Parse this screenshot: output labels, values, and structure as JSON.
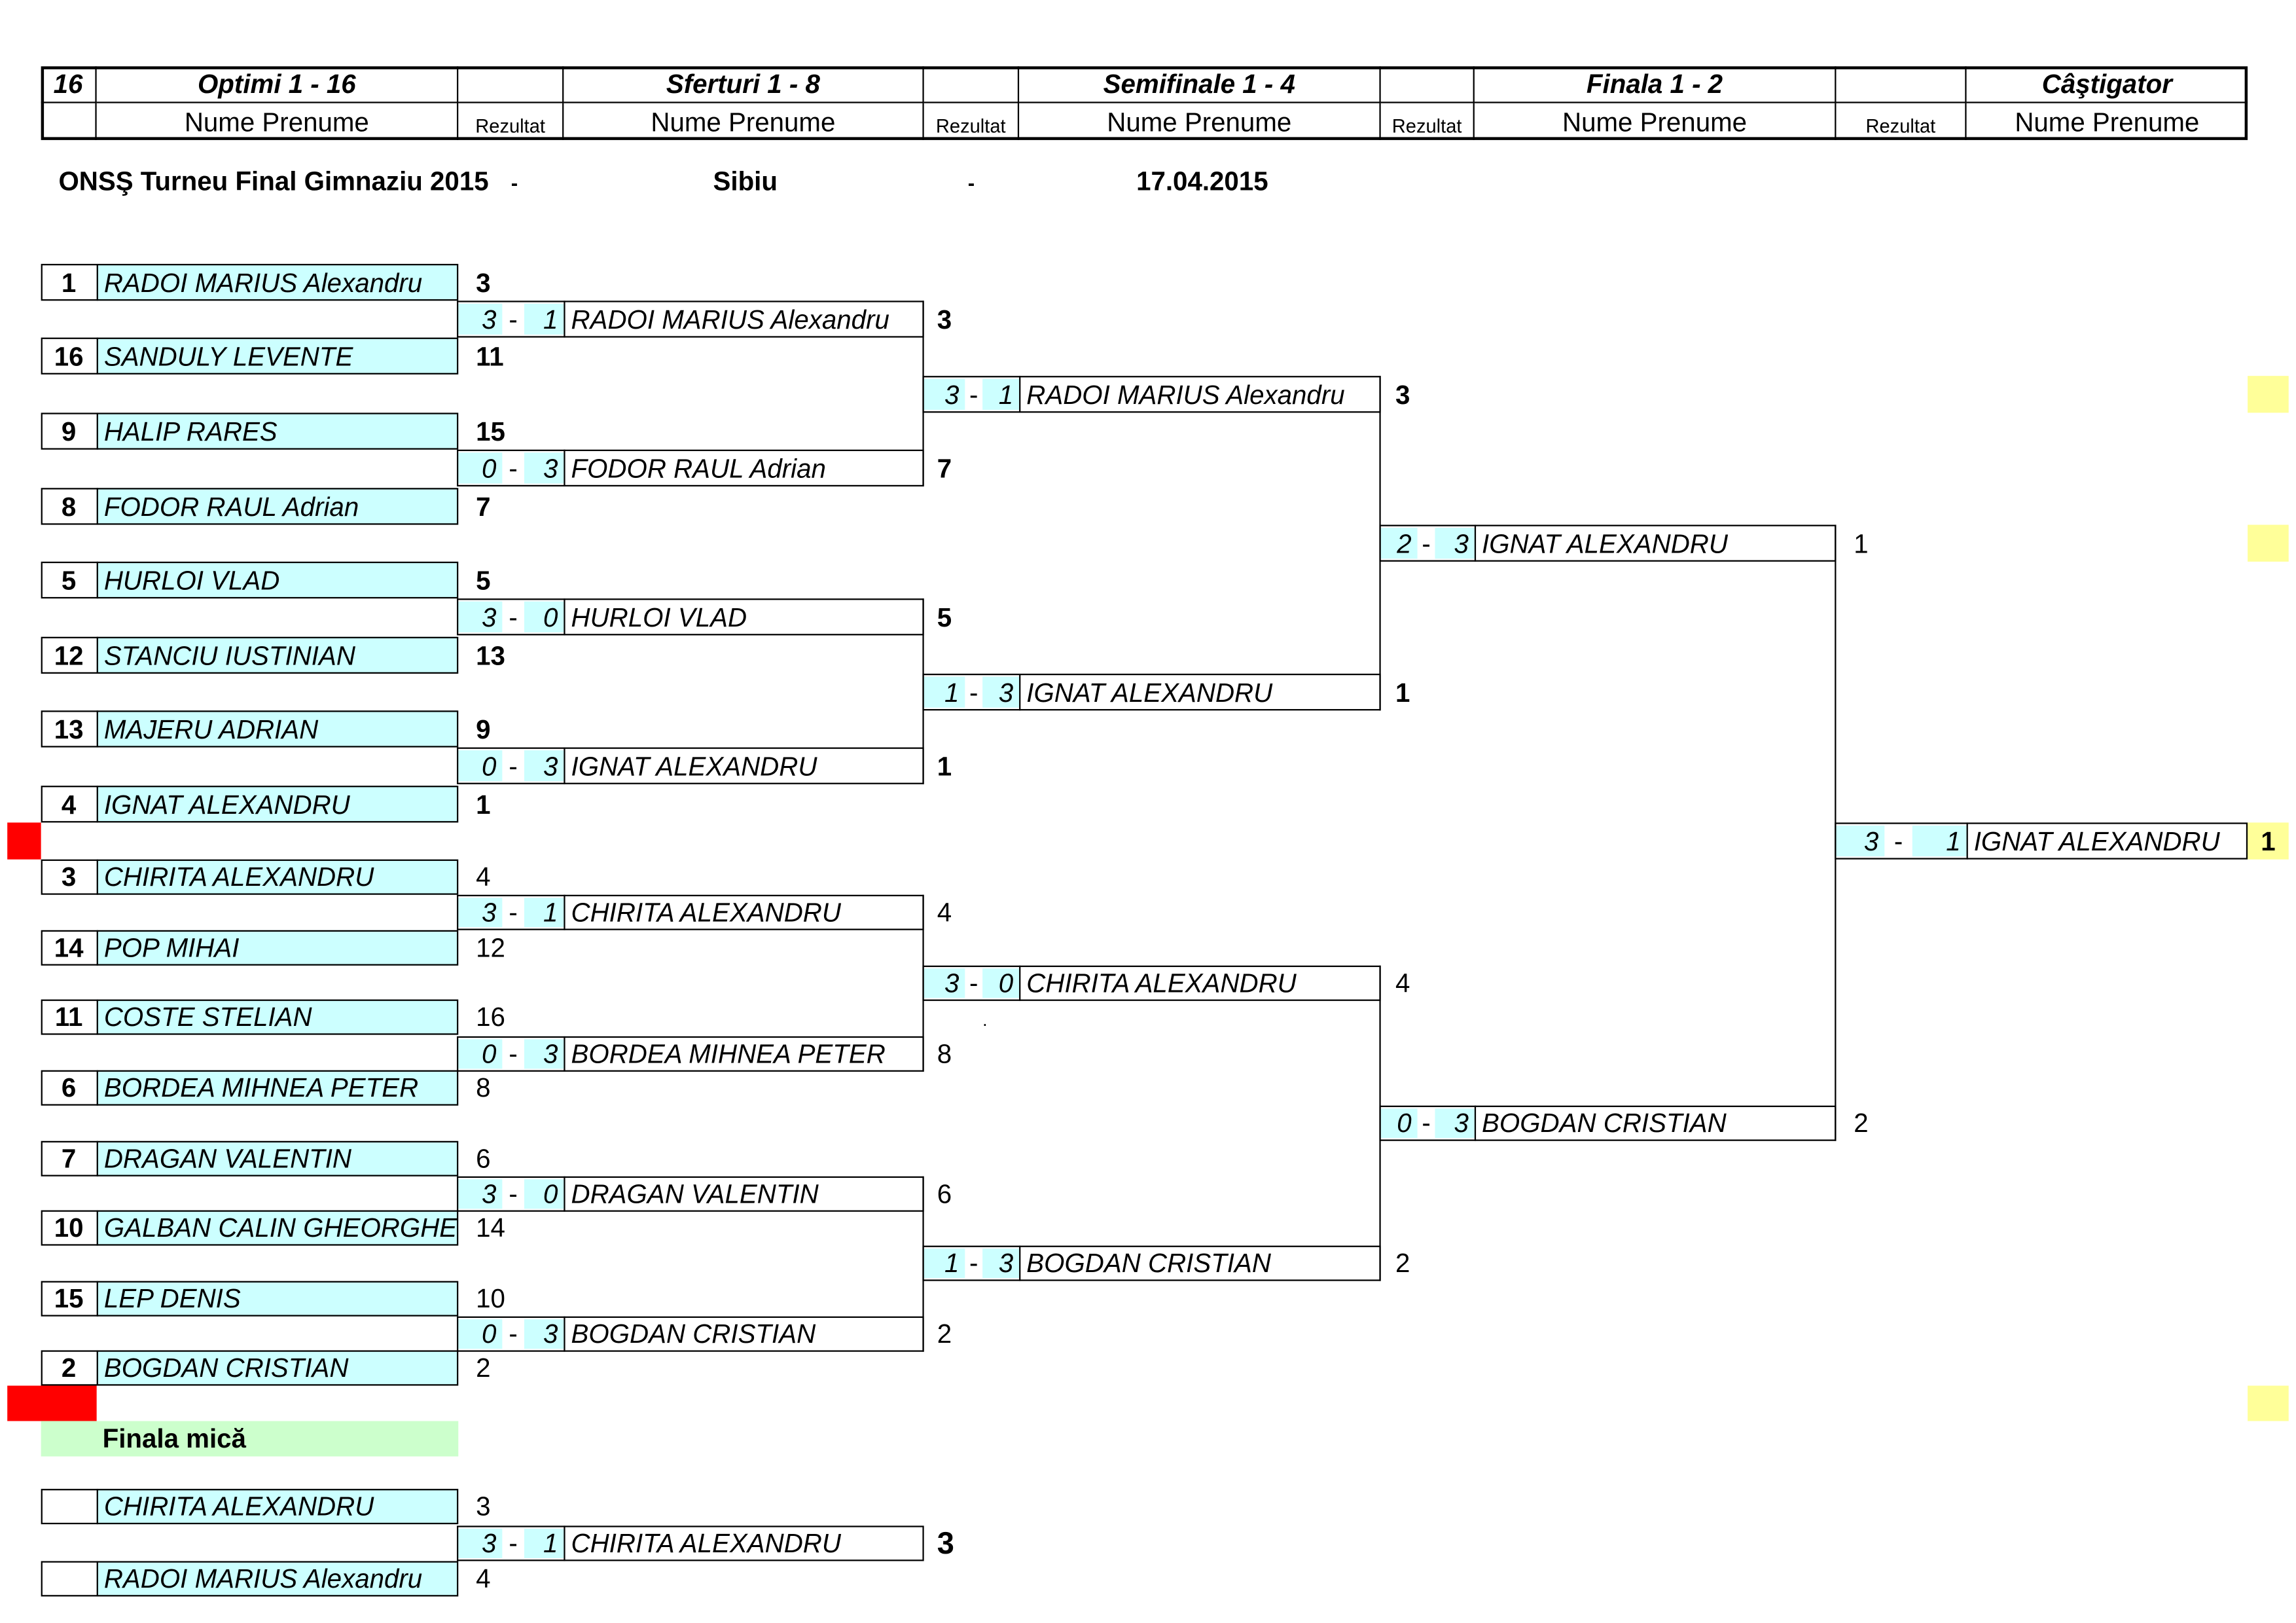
{
  "header": {
    "columns": [
      {
        "title": "16",
        "subtitle": ""
      },
      {
        "title": "Optimi 1 - 16",
        "subtitle": "Nume Prenume"
      },
      {
        "title": "",
        "subtitle": "Rezultat"
      },
      {
        "title": "Sferturi 1 - 8",
        "subtitle": "Nume Prenume"
      },
      {
        "title": "",
        "subtitle": "Rezultat"
      },
      {
        "title": "Semifinale 1 - 4",
        "subtitle": "Nume Prenume"
      },
      {
        "title": "",
        "subtitle": "Rezultat"
      },
      {
        "title": "Finala 1 - 2",
        "subtitle": "Nume Prenume"
      },
      {
        "title": "",
        "subtitle": "Rezultat"
      },
      {
        "title": "Câştigator",
        "subtitle": "Nume Prenume"
      }
    ]
  },
  "event": {
    "name": "ONSŞ Turneu Final Gimnaziu 2015",
    "separator_1": "-",
    "city": "Sibiu",
    "separator_2": "-",
    "date": "17.04.2015"
  },
  "round_of_16": [
    {
      "seed": "1",
      "name": "RADOI MARIUS Alexandru",
      "result": "3"
    },
    {
      "seed": "16",
      "name": "SANDULY LEVENTE",
      "result": "11"
    },
    {
      "seed": "9",
      "name": "HALIP RARES",
      "result": "15"
    },
    {
      "seed": "8",
      "name": "FODOR RAUL Adrian",
      "result": "7"
    },
    {
      "seed": "5",
      "name": "HURLOI VLAD",
      "result": "5"
    },
    {
      "seed": "12",
      "name": "STANCIU IUSTINIAN",
      "result": "13"
    },
    {
      "seed": "13",
      "name": "MAJERU ADRIAN",
      "result": "9"
    },
    {
      "seed": "4",
      "name": "IGNAT ALEXANDRU",
      "result": "1"
    },
    {
      "seed": "3",
      "name": "CHIRITA ALEXANDRU",
      "result": "4"
    },
    {
      "seed": "14",
      "name": "POP MIHAI",
      "result": "12"
    },
    {
      "seed": "11",
      "name": "COSTE STELIAN",
      "result": "16"
    },
    {
      "seed": "6",
      "name": "BORDEA MIHNEA PETER",
      "result": "8"
    },
    {
      "seed": "7",
      "name": "DRAGAN VALENTIN",
      "result": "6"
    },
    {
      "seed": "10",
      "name": "GALBAN CALIN GHEORGHE",
      "result": "14"
    },
    {
      "seed": "15",
      "name": "LEP DENIS",
      "result": "10"
    },
    {
      "seed": "2",
      "name": "BOGDAN CRISTIAN",
      "result": "2"
    }
  ],
  "quarterfinals": [
    {
      "score_a": "3",
      "dash": "-",
      "score_b": "1",
      "name": "RADOI MARIUS Alexandru",
      "result": "3"
    },
    {
      "score_a": "0",
      "dash": "-",
      "score_b": "3",
      "name": "FODOR RAUL Adrian",
      "result": "7"
    },
    {
      "score_a": "3",
      "dash": "-",
      "score_b": "0",
      "name": "HURLOI VLAD",
      "result": "5"
    },
    {
      "score_a": "0",
      "dash": "-",
      "score_b": "3",
      "name": "IGNAT ALEXANDRU",
      "result": "1"
    },
    {
      "score_a": "3",
      "dash": "-",
      "score_b": "1",
      "name": "CHIRITA ALEXANDRU",
      "result": "4"
    },
    {
      "score_a": "0",
      "dash": "-",
      "score_b": "3",
      "name": "BORDEA MIHNEA PETER",
      "result": "8"
    },
    {
      "score_a": "3",
      "dash": "-",
      "score_b": "0",
      "name": "DRAGAN VALENTIN",
      "result": "6"
    },
    {
      "score_a": "0",
      "dash": "-",
      "score_b": "3",
      "name": "BOGDAN CRISTIAN",
      "result": "2"
    }
  ],
  "semifinals": [
    {
      "score_a": "3",
      "dash": "-",
      "score_b": "1",
      "name": "RADOI MARIUS Alexandru",
      "result": "3"
    },
    {
      "score_a": "1",
      "dash": "-",
      "score_b": "3",
      "name": "IGNAT ALEXANDRU",
      "result": "1"
    },
    {
      "score_a": "3",
      "dash": "-",
      "score_b": "0",
      "name": "CHIRITA ALEXANDRU",
      "result": "4"
    },
    {
      "score_a": "1",
      "dash": "-",
      "score_b": "3",
      "name": "BOGDAN CRISTIAN",
      "result": "2"
    }
  ],
  "final": [
    {
      "score_a": "2",
      "dash": "-",
      "score_b": "3",
      "name": "IGNAT ALEXANDRU",
      "result": "1"
    },
    {
      "score_a": "0",
      "dash": "-",
      "score_b": "3",
      "name": "BOGDAN CRISTIAN",
      "result": "2"
    }
  ],
  "winner": {
    "score_a": "3",
    "dash": "-",
    "score_b": "1",
    "name": "IGNAT ALEXANDRU",
    "result": "1"
  },
  "small_final": {
    "label": "Finala mică",
    "players": [
      {
        "seed": "",
        "name": "CHIRITA ALEXANDRU",
        "result": "3"
      },
      {
        "seed": "",
        "name": "RADOI MARIUS Alexandru",
        "result": "4"
      }
    ],
    "match": {
      "score_a": "3",
      "dash": "-",
      "score_b": "1",
      "name": "CHIRITA ALEXANDRU",
      "result": "3"
    }
  },
  "stray_mark": ".",
  "colors": {
    "player_cell": "#ccffff",
    "highlight": "#ffff99",
    "marker": "#ff0000",
    "small_final_band": "#ccffcc"
  }
}
